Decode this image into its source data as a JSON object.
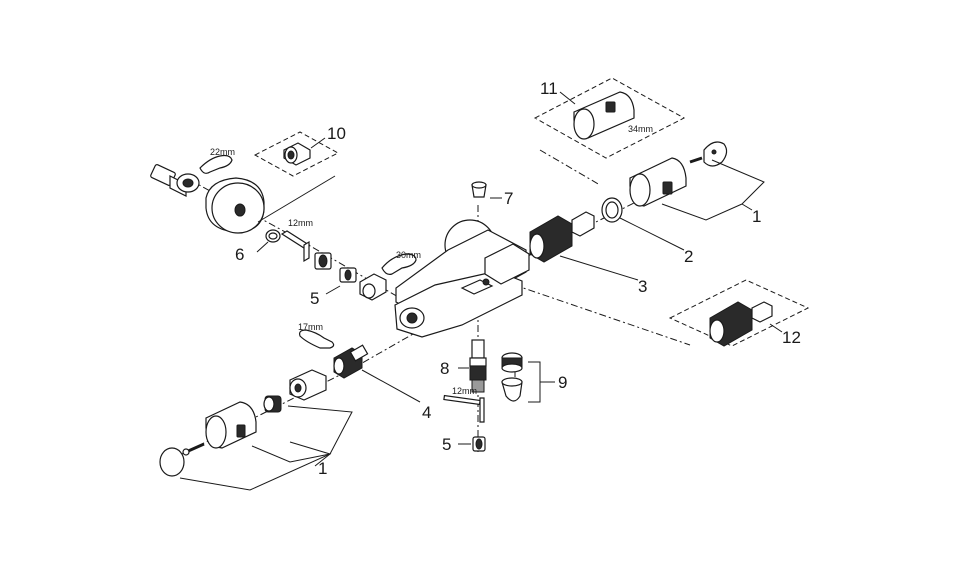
{
  "diagram": {
    "callouts": {
      "p1_top": "1",
      "p1_bottom": "1",
      "p2": "2",
      "p3": "3",
      "p4": "4",
      "p5_left": "5",
      "p5_bottom": "5",
      "p6": "6",
      "p7": "7",
      "p8": "8",
      "p9": "9",
      "p10": "10",
      "p11": "11",
      "p12": "12"
    },
    "dimensions": {
      "wrench_22": "22mm",
      "hex_12_top": "12mm",
      "wrench_30": "30mm",
      "wrench_17": "17mm",
      "hex_12_bottom": "12mm",
      "handle_34": "34mm"
    }
  }
}
